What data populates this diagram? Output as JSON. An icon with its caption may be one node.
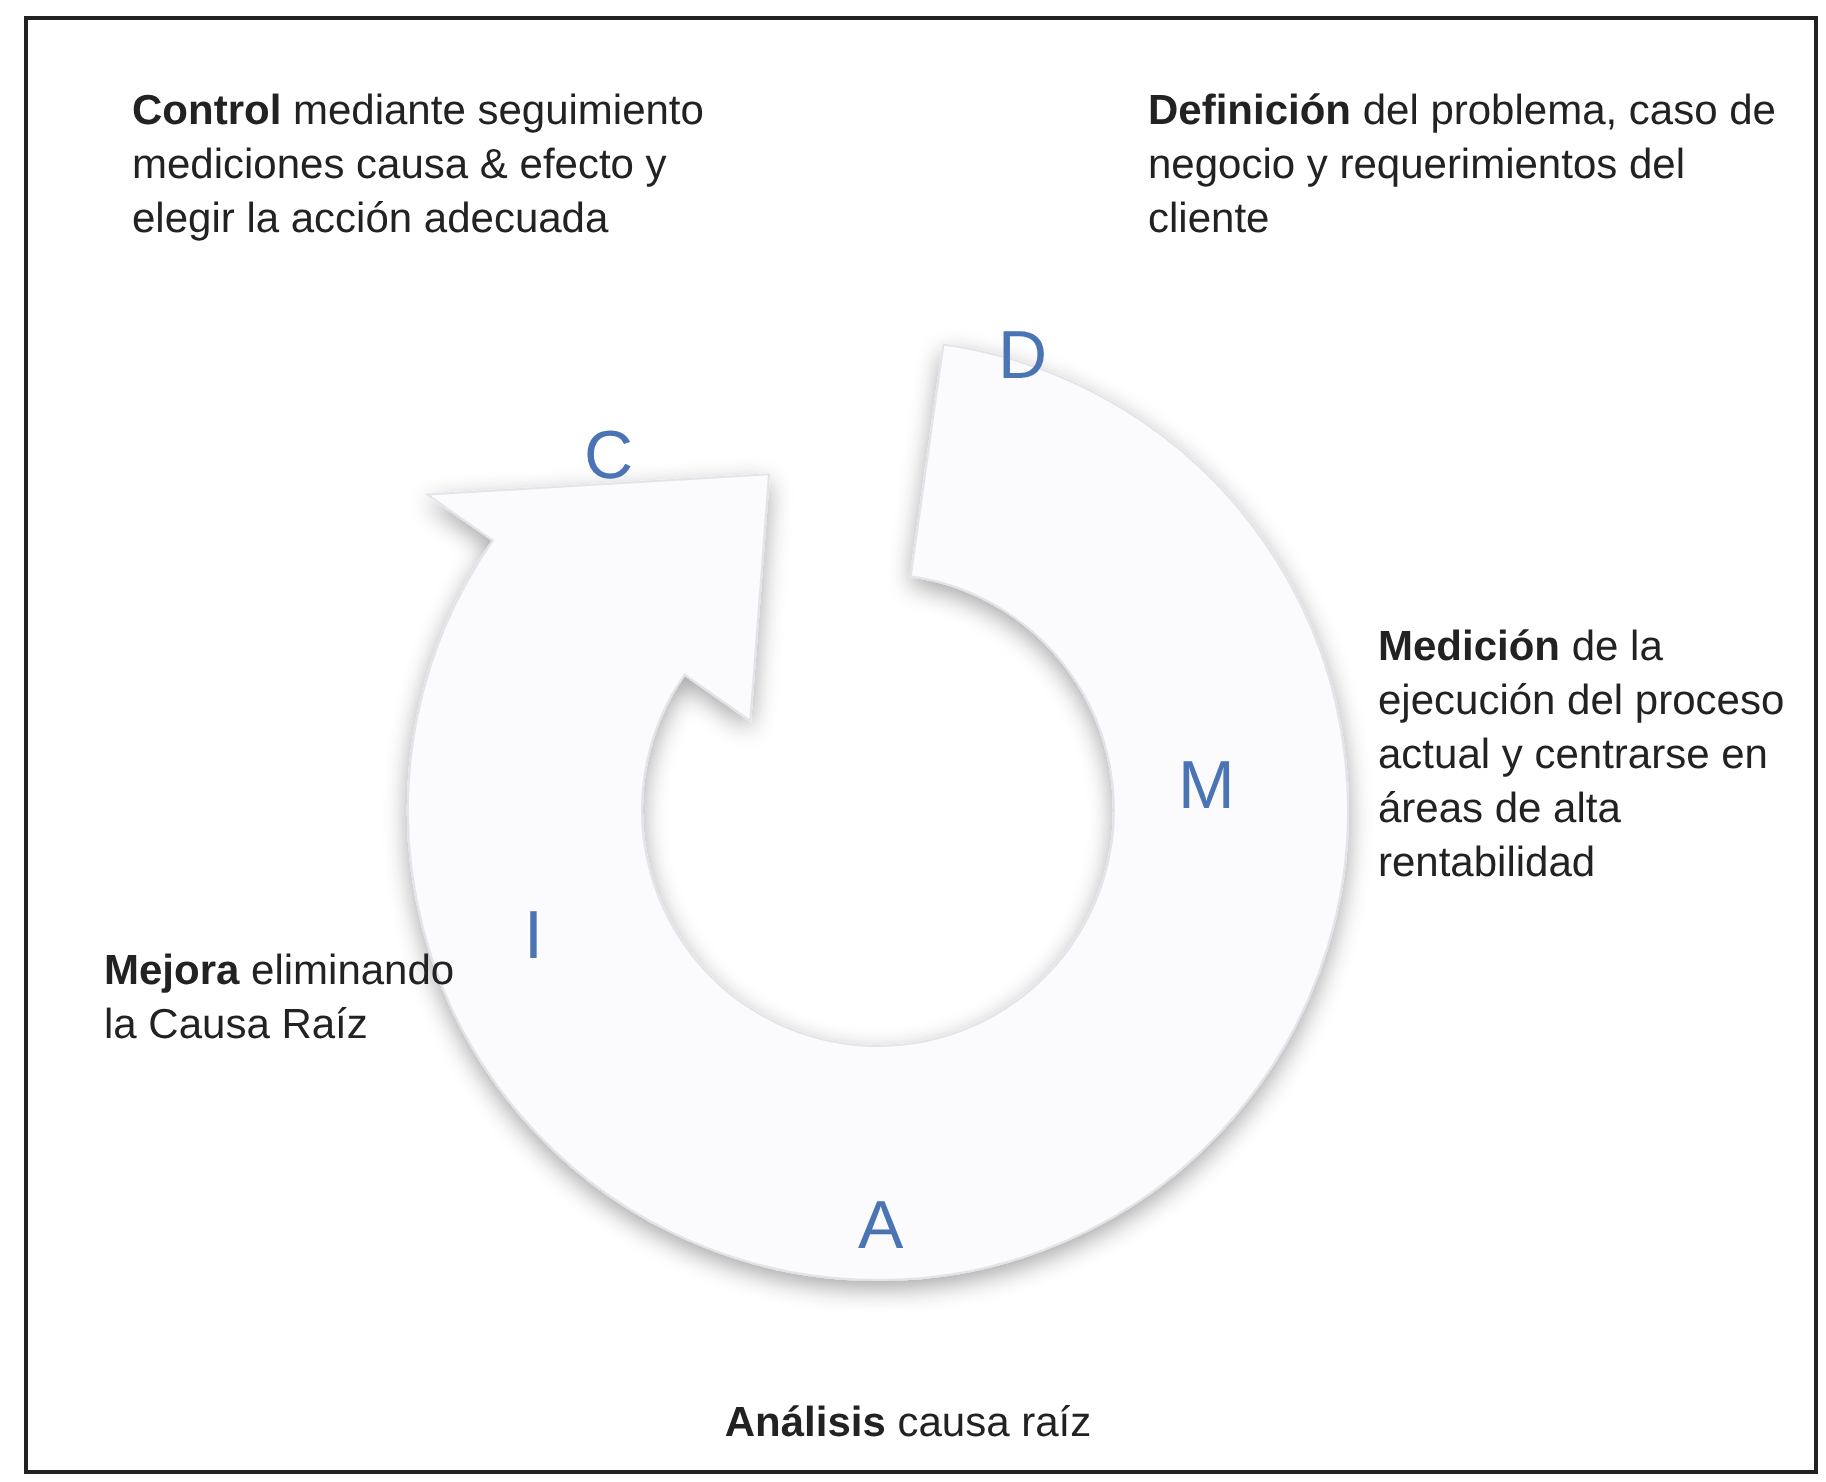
{
  "diagram": {
    "labels": [
      "**Control** mediante seguimiento mediciones causa & efecto y elegir la acción adecuada",
      "**Definición** del problema, caso de negocio y requerimientos del cliente",
      "D",
      "C",
      "**Medición** de la ejecución del proceso actual y centrarse en áreas de alta rentabilidad",
      "M",
      "**Mejora** eliminando la Causa Raíz",
      "I",
      "A",
      "**Análisis** causa raíz"
    ]
  }
}
